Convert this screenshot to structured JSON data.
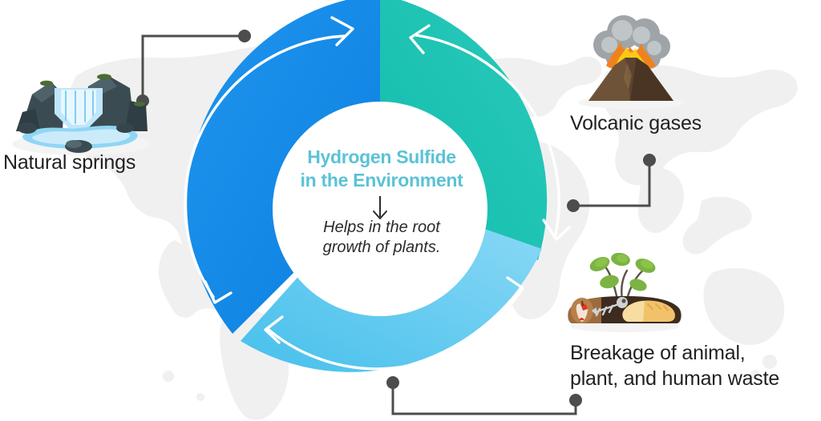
{
  "diagram": {
    "type": "cycle-ring",
    "center": {
      "title": "Hydrogen Sulfide\nin the Environment",
      "arrow_glyph": "↓",
      "subtitle": "Helps in the root\ngrowth of plants."
    },
    "segments": [
      {
        "id": "natural-springs",
        "color": "#0b8bec",
        "position": "top-left",
        "arrow_direction": "clockwise"
      },
      {
        "id": "volcanic-gases",
        "color": "#1ec5b6",
        "position": "top-right",
        "arrow_direction": "counter-clockwise"
      },
      {
        "id": "breakage-waste",
        "color": "#5ec8ee",
        "position": "bottom",
        "arrow_direction": "counter-clockwise"
      }
    ],
    "nodes": [
      {
        "id": "natural-springs",
        "label": "Natural springs",
        "icon": "waterfall-icon",
        "connector_color": "#4d4d4d"
      },
      {
        "id": "volcanic-gases",
        "label": "Volcanic gases",
        "icon": "volcano-icon",
        "connector_color": "#4d4d4d"
      },
      {
        "id": "breakage-waste",
        "label": "Breakage of animal,\nplant, and human waste",
        "icon": "compost-waste-icon",
        "connector_color": "#4d4d4d"
      }
    ],
    "background": {
      "map": "world-map-silhouette",
      "map_color": "#f0f0f0",
      "page_color": "#ffffff"
    },
    "colors": {
      "blue": "#0b8bec",
      "teal": "#1ec5b6",
      "light_blue": "#5ec8ee",
      "title_text": "#5bc2d6",
      "body_text": "#231f20",
      "connector": "#4d4d4d"
    }
  }
}
